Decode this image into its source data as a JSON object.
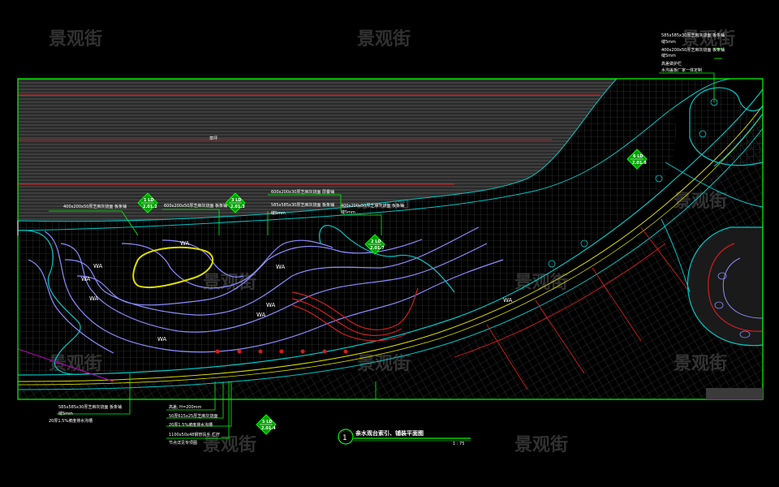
{
  "watermark": "景观街",
  "drawing": {
    "title": "亲水观台索引、铺装平面图",
    "number": "1",
    "scale": "1 : 75",
    "center_label": "草坪"
  },
  "annotations": {
    "top_right": [
      "585x585x30厚芝麻灰烧面 板条铺",
      "缝5mm",
      "400x200x50厚芝麻灰烧面 板条铺",
      "缝5mm",
      "高差做护栏",
      "水沟盖板厂家一体定制"
    ],
    "left_upper": "400x200x50厚芝麻灰烧面 板条铺",
    "mid_upper_a": "600x200x50厚芝麻灰烧面 板条铺",
    "mid_upper_b": [
      "600x200x30厚芝麻灰烧面 层叠铺",
      "585x585x30厚芝麻灰烧面 板条铺",
      "缝5mm"
    ],
    "right_upper": [
      "400x200x50厚芝麻灰烧面 板条铺",
      "缝5mm"
    ],
    "bottom_left": [
      "585x585x30厚芝麻灰烧面 板条铺",
      "缝5mm",
      "20厚1.5%坡度排水沟槽"
    ],
    "bottom_mid": [
      "高差, H=200mm",
      "50厚615x25厚芝麻灰烧面",
      "20厚1.5%坡度排水沟槽",
      "1100x50x48钢管扶手 栏杆",
      "节点详见专项图"
    ]
  },
  "water_labels": [
    "WA",
    "WA",
    "WA",
    "WA",
    "WA",
    "WA",
    "WA",
    "WA",
    "WA"
  ],
  "index_tags": [
    {
      "top": "1 LD",
      "bottom": "2.01.2"
    },
    {
      "top": "3 LD",
      "bottom": "2.01.3"
    },
    {
      "top": "2 LD",
      "bottom": "2.01.7"
    },
    {
      "top": "6 LD",
      "bottom": "2.01.8"
    },
    {
      "top": "5 LD",
      "bottom": "2.01.4"
    }
  ],
  "colors": {
    "bg": "#000000",
    "boundary": "#00ff00",
    "path_edge": "#00c8c8",
    "water_line": "#8c8cff",
    "red_line": "#d21e1e",
    "yellow_line": "#dcdc00",
    "grid": "#5a5a5a",
    "stripe": "#8a8a8a"
  }
}
